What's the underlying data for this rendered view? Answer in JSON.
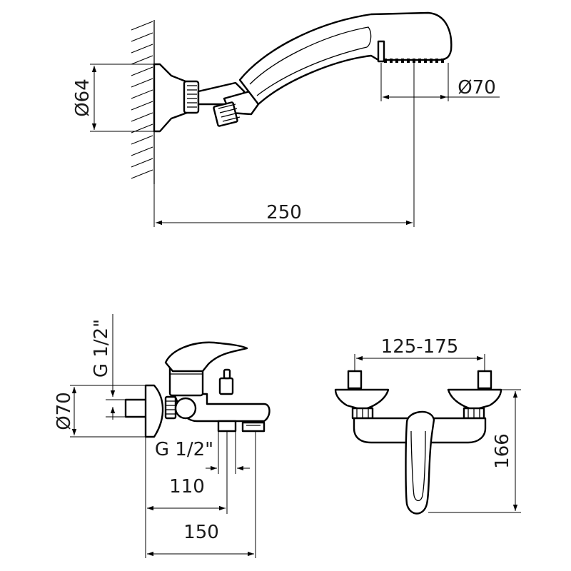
{
  "dimensions": {
    "shower_mount_diameter": "Ø64",
    "shower_head_diameter": "Ø70",
    "shower_overall_length": "250",
    "inlet_thread": "G 1/2\"",
    "escutcheon_diameter": "Ø70",
    "outlet_thread": "G 1/2\"",
    "spout_outlet_projection": "110",
    "spout_overall_projection": "150",
    "inlet_spacing": "125-175",
    "mixer_height": "166"
  }
}
